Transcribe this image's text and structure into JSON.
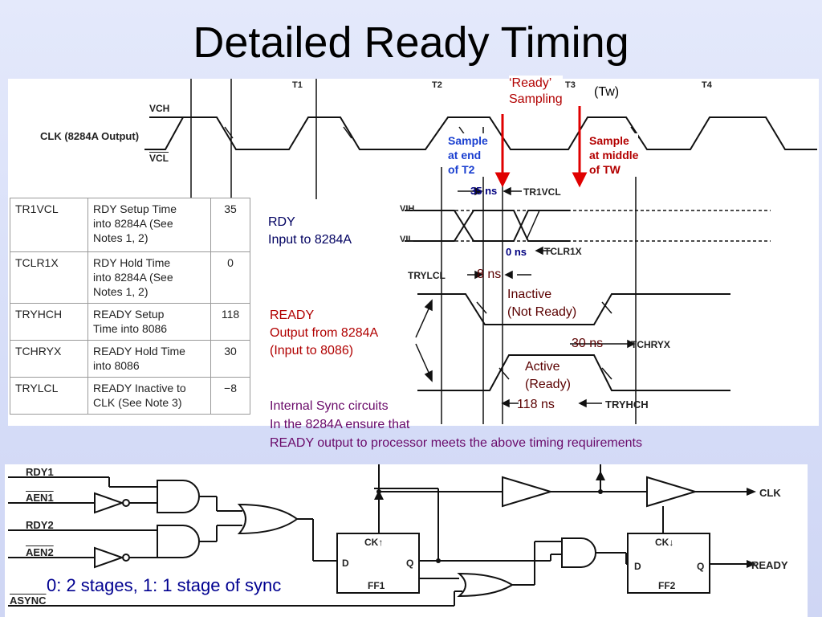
{
  "title": "Detailed Ready Timing",
  "timing": {
    "clk_label": "CLK (8284A Output)",
    "vch": "VCH",
    "vcl": "VCL",
    "t1": "T1",
    "t2": "T2",
    "t3": "T3",
    "t4": "T4",
    "tw": "(Tw)",
    "ready_sampling": [
      "‘Ready’",
      "Sampling"
    ],
    "sample_end_t2": [
      "Sample",
      "at end",
      "of T2"
    ],
    "sample_middle_tw": [
      "Sample",
      "at middle",
      "of TW"
    ],
    "ns35": "35 ns",
    "ns0": "0 ns",
    "ns8": "8 ns",
    "ns30": "30 ns",
    "ns118": "118 ns",
    "tr1vcl": "TR1VCL",
    "tclr1x": "TCLR1X",
    "trylcl": "TRYLCL",
    "tchryx": "TCHRYX",
    "tryhch": "TRYHCH",
    "vih": "VIH",
    "vil": "VIL",
    "rdy_input": [
      "RDY",
      "Input to 8284A"
    ],
    "ready_output": [
      "READY",
      "Output from 8284A",
      "(Input to 8086)"
    ],
    "inactive": [
      "Inactive",
      "(Not Ready)"
    ],
    "active": [
      "Active",
      "(Ready)"
    ],
    "sync_note": [
      "Internal Sync circuits",
      "In the 8284A ensure that",
      "READY output to processor meets the above timing requirements"
    ]
  },
  "table": {
    "rows": [
      {
        "sym": "TR1VCL",
        "desc": [
          "RDY Setup Time",
          "into 8284A (See",
          "Notes 1, 2)"
        ],
        "val": "35"
      },
      {
        "sym": "TCLR1X",
        "desc": [
          "RDY Hold Time",
          "into 8284A (See",
          "Notes 1, 2)"
        ],
        "val": "0"
      },
      {
        "sym": "TRYHCH",
        "desc": [
          "READY Setup",
          "Time into 8086"
        ],
        "val": "118"
      },
      {
        "sym": "TCHRYX",
        "desc": [
          "READY Hold Time",
          "into 8086"
        ],
        "val": "30"
      },
      {
        "sym": "TRYLCL",
        "desc": [
          "READY Inactive to",
          "CLK (See Note 3)"
        ],
        "val": "−8"
      }
    ]
  },
  "circuit": {
    "rdy1": "RDY1",
    "aen1": "AEN1",
    "rdy2": "RDY2",
    "aen2": "AEN2",
    "async": "ASYNC",
    "clk": "CLK",
    "ready": "READY",
    "ff1_ck": "CK↑",
    "ff2_ck": "CK↓",
    "d": "D",
    "q": "Q",
    "ff1": "FF1",
    "ff2": "FF2",
    "note": "0: 2 stages, 1: 1 stage of sync"
  },
  "colors": {
    "title": "#000000",
    "annotation_red": "#b10000",
    "annotation_blue": "#1a3fd0",
    "arrow_red": "#e00000",
    "note_navy": "#000090"
  }
}
